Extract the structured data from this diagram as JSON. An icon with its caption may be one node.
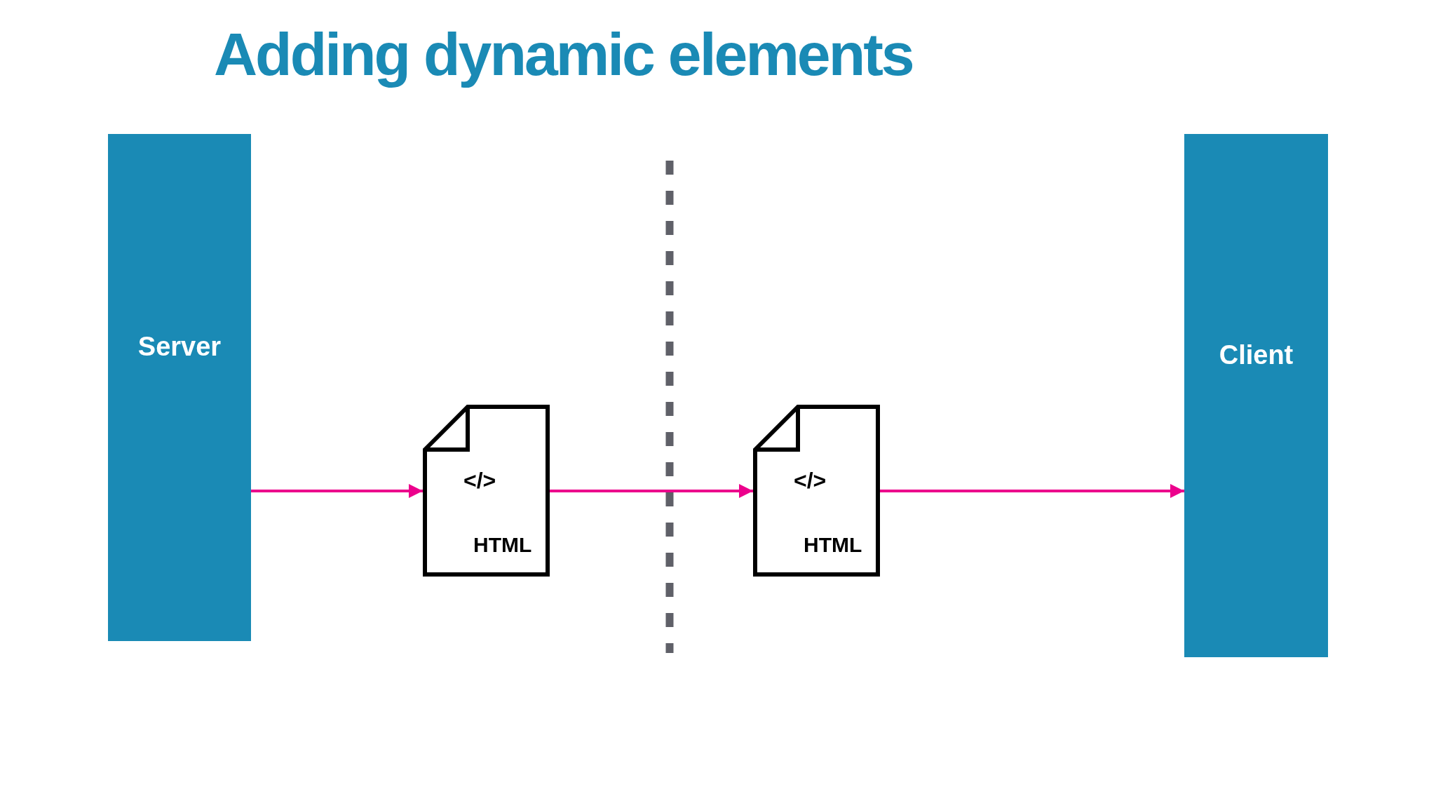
{
  "diagram": {
    "title": "Adding dynamic elements",
    "nodes": [
      {
        "text": [
          "Server"
        ]
      },
      {
        "text": [
          "</>",
          "HTML"
        ]
      },
      {
        "text": [
          "</>",
          "HTML"
        ]
      },
      {
        "text": [
          "Client"
        ]
      }
    ],
    "edges": [
      {
        "from": 0,
        "to": 1,
        "arrow": "to"
      },
      {
        "from": 1,
        "to": 2,
        "arrow": "to"
      },
      {
        "from": 2,
        "to": 3,
        "arrow": "to"
      }
    ]
  }
}
